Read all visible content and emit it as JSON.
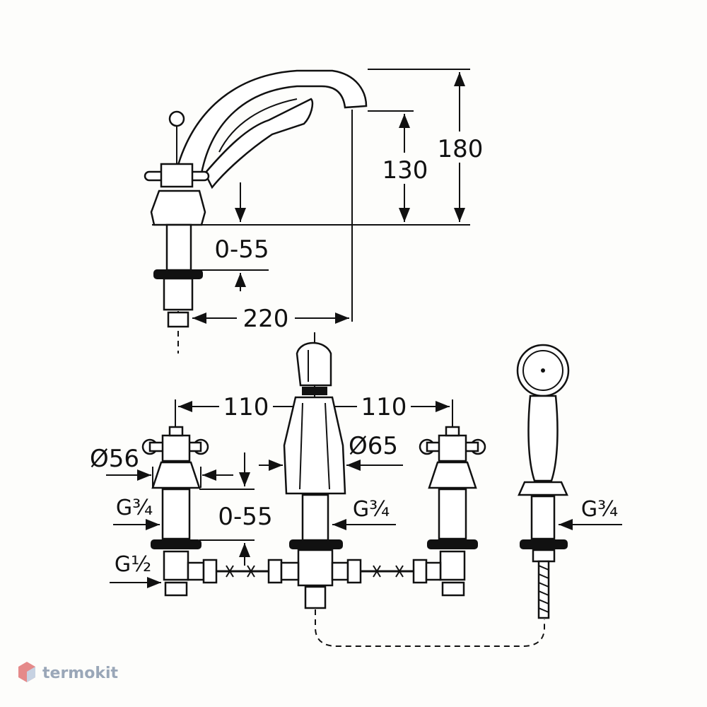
{
  "dimensions": {
    "height_total": "180",
    "height_outlet": "130",
    "deck_range_top": "0-55",
    "reach": "220",
    "spacing_left": "110",
    "spacing_right": "110",
    "handle_diameter": "Ø56",
    "spout_diameter": "Ø65",
    "deck_range_bottom": "0-55"
  },
  "threads": {
    "left_valve": "G¾",
    "left_inlet": "G½",
    "spout": "G¾",
    "shower": "G¾"
  },
  "brand": {
    "name": "termokit",
    "color": "#9aa7b8"
  }
}
